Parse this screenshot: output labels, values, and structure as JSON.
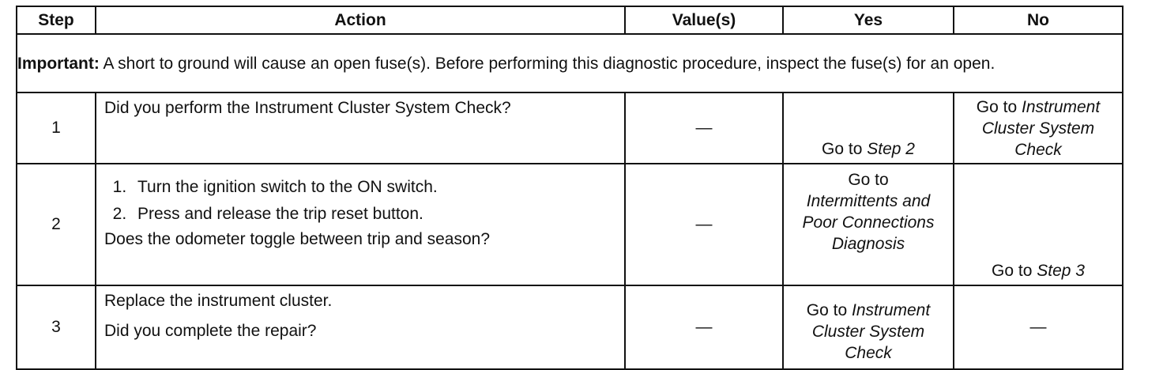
{
  "headers": {
    "step": "Step",
    "action": "Action",
    "values": "Value(s)",
    "yes": "Yes",
    "no": "No"
  },
  "note": {
    "label": "Important:",
    "text": " A short to ground will cause an open fuse(s). Before performing this diagnostic procedure, inspect the fuse(s) for an open."
  },
  "steps": [
    {
      "number": "1",
      "question": "Did you perform the Instrument Cluster System Check?",
      "value": "—",
      "yes_prefix": "Go to ",
      "yes_link": "Step 2",
      "no_prefix": "Go to ",
      "no_link": "Instrument Cluster System Check"
    },
    {
      "number": "2",
      "items": [
        "Turn the ignition switch to the ON switch.",
        "Press and release the trip reset button."
      ],
      "question": "Does the odometer toggle between trip and season?",
      "value": "—",
      "yes_prefix": "Go to",
      "yes_link": "Intermittents and Poor Connections Diagnosis",
      "no_prefix": "Go to ",
      "no_link": "Step 3"
    },
    {
      "number": "3",
      "instruction": "Replace the instrument cluster.",
      "question": "Did you complete the repair?",
      "value": "—",
      "yes_prefix": "Go to ",
      "yes_link": "Instrument Cluster System Check",
      "no": "—"
    }
  ]
}
